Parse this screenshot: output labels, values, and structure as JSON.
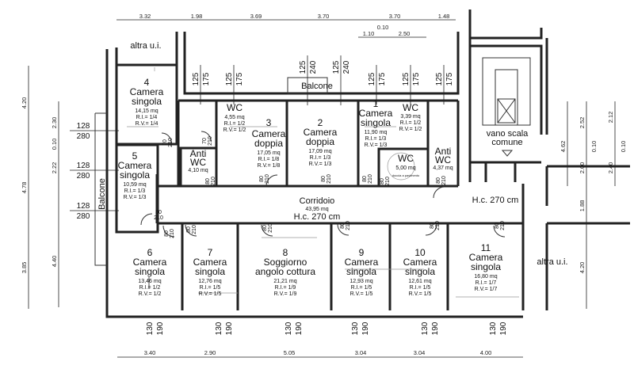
{
  "top_dims": [
    "3.32",
    "1.98",
    "3.69",
    "3.70",
    "3.70",
    "1.48"
  ],
  "top_sub_dims": [
    "0.10",
    "1.10",
    "2.50"
  ],
  "bottom_dims": [
    "3.40",
    "2.90",
    "5.05",
    "3.04",
    "3.04",
    "4.00"
  ],
  "left_dims": [
    "4.20",
    "2.30",
    "0.10",
    "2.22",
    "4.78",
    "3.85",
    "4.40"
  ],
  "right_dims": [
    "4.62",
    "2.52",
    "0.10",
    "2.00",
    "2.12",
    "0.10",
    "2.40",
    "1.88",
    "4.20"
  ],
  "left_windows": [
    {
      "a": "128",
      "b": "280"
    },
    {
      "a": "128",
      "b": "280"
    },
    {
      "a": "128",
      "b": "280"
    }
  ],
  "top_windows": [
    {
      "a": "125",
      "b": "175"
    },
    {
      "a": "125",
      "b": "175"
    },
    {
      "a": "125",
      "b": "240"
    },
    {
      "a": "125",
      "b": "240"
    },
    {
      "a": "125",
      "b": "175"
    },
    {
      "a": "125",
      "b": "175"
    },
    {
      "a": "125",
      "b": "175"
    }
  ],
  "bottom_windows": [
    {
      "a": "130",
      "b": "190"
    },
    {
      "a": "130",
      "b": "190"
    },
    {
      "a": "130",
      "b": "190"
    },
    {
      "a": "130",
      "b": "190"
    },
    {
      "a": "130",
      "b": "190"
    },
    {
      "a": "130",
      "b": "190"
    }
  ],
  "labels": {
    "other_unit": "altra u.i.",
    "balcony": "Balcone",
    "stair_1": "vano scala",
    "stair_2": "comune",
    "corridor": "Corridoio",
    "corridor_area": "43,95 mq",
    "ceiling": "H.c. 270 cm"
  },
  "rooms": [
    {
      "num": "4",
      "l1": "Camera",
      "l2": "singola",
      "area": "14,15 mq",
      "ri": "R.I.= 1/4",
      "rv": "R.V.= 1/4"
    },
    {
      "num": "5",
      "l1": "Camera",
      "l2": "singola",
      "area": "10,59 mq",
      "ri": "R.I.= 1/3",
      "rv": "R.V.= 1/3"
    },
    {
      "num": "3",
      "l1": "Camera",
      "l2": "doppia",
      "area": "17,05 mq",
      "ri": "R.I.= 1/8",
      "rv": "R.V.= 1/8"
    },
    {
      "num": "2",
      "l1": "Camera",
      "l2": "doppia",
      "area": "17,09 mq",
      "ri": "R.I.= 1/3",
      "rv": "R.V.= 1/3"
    },
    {
      "num": "1",
      "l1": "Camera",
      "l2": "singola",
      "area": "11,90 mq",
      "ri": "R.I.= 1/3",
      "rv": "R.V.= 1/3"
    },
    {
      "num": "6",
      "l1": "Camera",
      "l2": "singola",
      "area": "13,46 mq",
      "ri": "R.I.= 1/2",
      "rv": "R.V.= 1/2"
    },
    {
      "num": "7",
      "l1": "Camera",
      "l2": "singola",
      "area": "12,76 mq",
      "ri": "R.I.= 1/5",
      "rv": "R.V.= 1/5"
    },
    {
      "num": "8",
      "l1": "Soggiorno",
      "l2": "angolo cottura",
      "area": "21,21 mq",
      "ri": "R.I.= 1/9",
      "rv": "R.V.= 1/9"
    },
    {
      "num": "9",
      "l1": "Camera",
      "l2": "singola",
      "area": "12,93 mq",
      "ri": "R.I.= 1/5",
      "rv": "R.V.= 1/5"
    },
    {
      "num": "10",
      "l1": "Camera",
      "l2": "singola",
      "area": "12,61 mq",
      "ri": "R.I.= 1/5",
      "rv": "R.V.= 1/5"
    },
    {
      "num": "11",
      "l1": "Camera",
      "l2": "singola",
      "area": "16,80 mq",
      "ri": "R.I.= 1/7",
      "rv": "R.V.= 1/7"
    }
  ],
  "baths": [
    {
      "l1": "WC",
      "area": "4,55 mq",
      "ri": "R.I.= 1/2",
      "rv": "R.V.= 1/2"
    },
    {
      "l1": "WC",
      "area": "3,39 mq",
      "ri": "R.I.= 1/2",
      "rv": "R.V.= 1/2"
    },
    {
      "l1": "WC",
      "area": "5,00 mq",
      "note": "doccia a pavimento"
    },
    {
      "l1": "Anti",
      "l2": "WC",
      "area": "4,10 mq"
    },
    {
      "l1": "Anti",
      "l2": "WC",
      "area": "4,37 mq"
    }
  ],
  "doors": [
    {
      "a": "70",
      "b": "210"
    },
    {
      "a": "70",
      "b": "210"
    },
    {
      "a": "80",
      "b": "210"
    },
    {
      "a": "80",
      "b": "210"
    },
    {
      "a": "80",
      "b": "210"
    },
    {
      "a": "80",
      "b": "210"
    },
    {
      "a": "80",
      "b": "210"
    },
    {
      "a": "80",
      "b": "210"
    },
    {
      "a": "80",
      "b": "210"
    },
    {
      "a": "80",
      "b": "210"
    },
    {
      "a": "80",
      "b": "210"
    },
    {
      "a": "80",
      "b": "210"
    },
    {
      "a": "80",
      "b": "210"
    },
    {
      "a": "80",
      "b": "210"
    },
    {
      "a": "80",
      "b": "210"
    }
  ]
}
